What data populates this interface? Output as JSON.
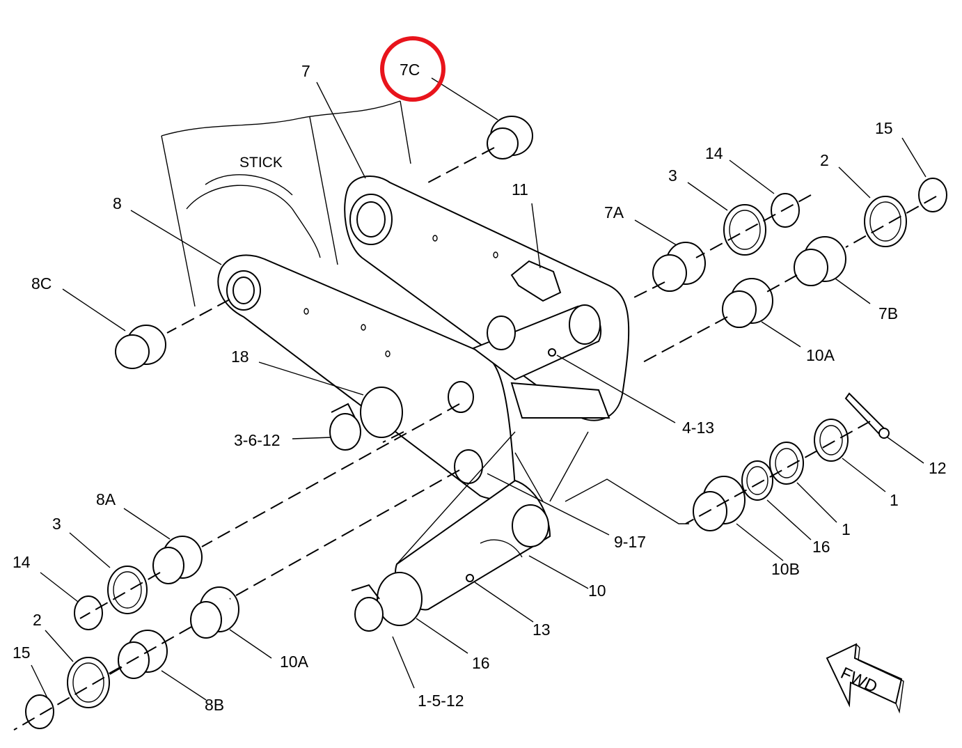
{
  "diagram": {
    "stick_label": "STICK",
    "fwd_label": "FWD",
    "highlight_color": "#e8141c",
    "highlighted_callout": "7C",
    "callouts": {
      "c7C": "7C",
      "c7": "7",
      "c8": "8",
      "c8C": "8C",
      "c11": "11",
      "c7A": "7A",
      "c3_top": "3",
      "c14_top": "14",
      "c2_top": "2",
      "c15_top": "15",
      "c7B": "7B",
      "c10A_right": "10A",
      "c18": "18",
      "c3_6_12": "3-6-12",
      "c4_13": "4-13",
      "c12": "12",
      "c1_upper": "1",
      "c1_lower": "1",
      "c16_right": "16",
      "c10B": "10B",
      "c9_17": "9-17",
      "c8A": "8A",
      "c3_left": "3",
      "c14_left": "14",
      "c2_left": "2",
      "c15_left": "15",
      "c10A_left": "10A",
      "c8B": "8B",
      "c10": "10",
      "c13": "13",
      "c16_bottom": "16",
      "c1_5_12": "1-5-12"
    }
  }
}
